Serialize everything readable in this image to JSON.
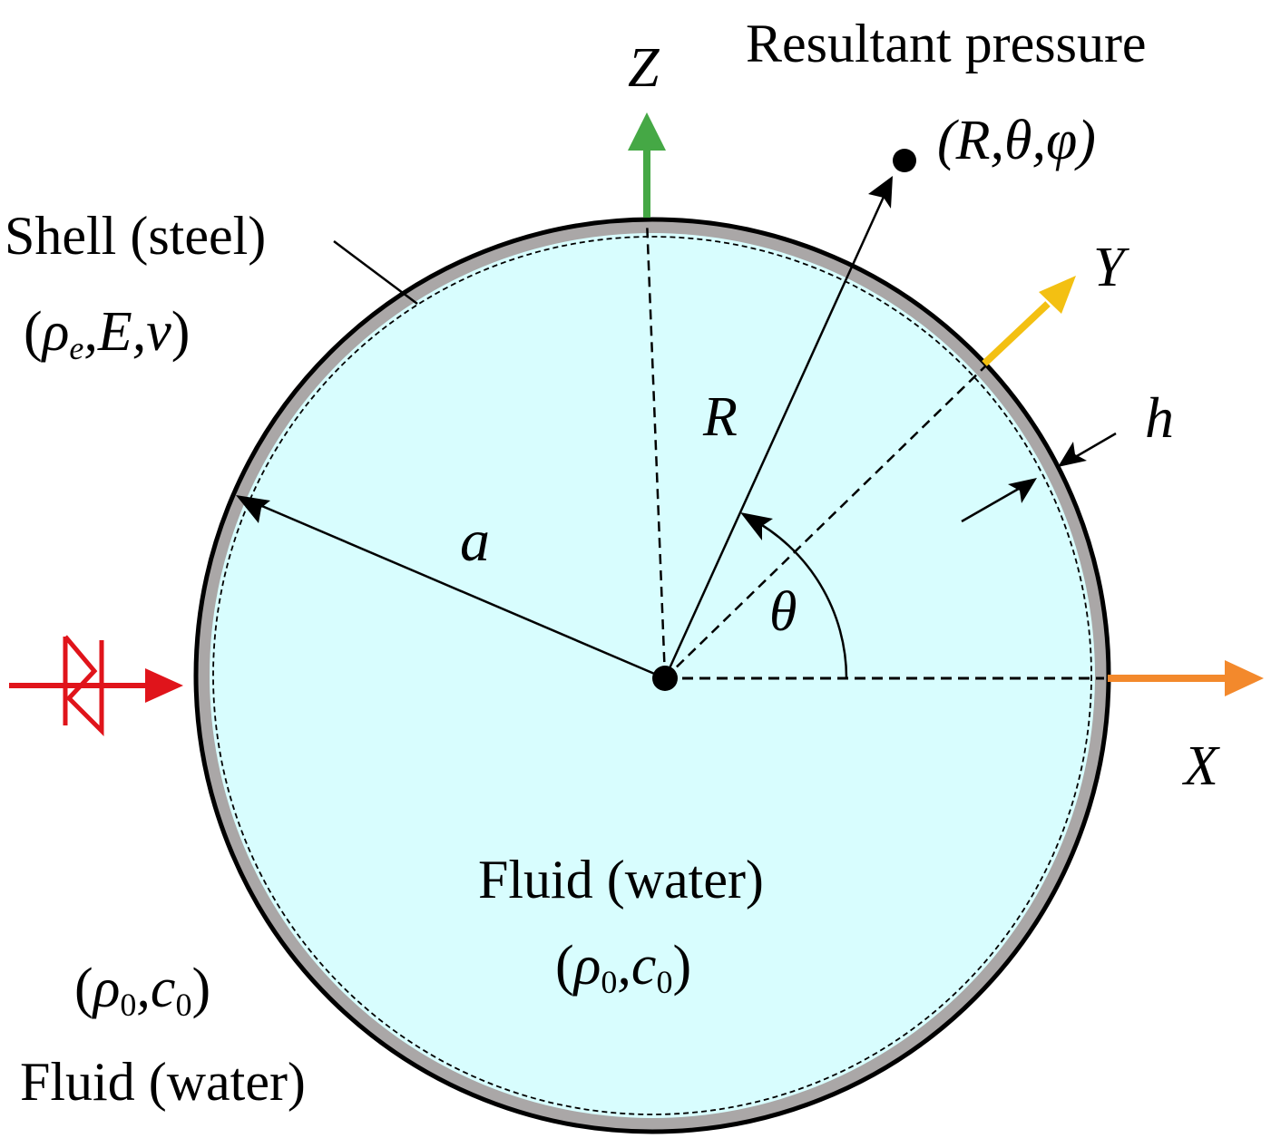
{
  "labels": {
    "result_title": "Resultant pressure",
    "result_coords": "(R,θ,φ)",
    "shell_title": "Shell (steel)",
    "shell_params": {
      "open": "(",
      "rho": "ρ",
      "rho_sub": "e",
      "rest": ",E,ν",
      "close": ")"
    },
    "inner_fluid_title": "Fluid (water)",
    "inner_fluid_params": {
      "open": "(",
      "rho": "ρ",
      "rho_sub": "0",
      "comma": ",",
      "c": "c",
      "c_sub": "0",
      "close": ")"
    },
    "outer_fluid_title": "Fluid (water)",
    "outer_fluid_params": {
      "open": "(",
      "rho": "ρ",
      "rho_sub": "0",
      "comma": ",",
      "c": "c",
      "c_sub": "0",
      "close": ")"
    },
    "axis_z": "Z",
    "axis_y": "Y",
    "axis_x": "X",
    "radius_R": "R",
    "radius_a": "a",
    "angle_theta": "θ",
    "thickness_h": "h"
  },
  "colors": {
    "fluid_fill": "#d8fdfe",
    "shell_gray": "#aaa7a7",
    "axis_z": "#45a845",
    "axis_y": "#f3c012",
    "axis_x": "#f3892c",
    "incident_wave": "#e0141b",
    "ink": "#000000"
  }
}
